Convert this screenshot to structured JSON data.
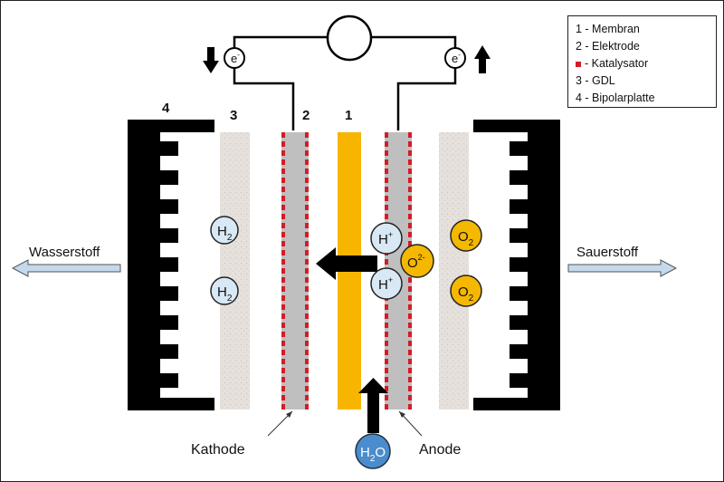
{
  "legend": {
    "item1": "1 - Membran",
    "item2": "2 - Elektrode",
    "item3_text": "- Katalysator",
    "item4": "3 - GDL",
    "item5": "4 - Bipolarplatte"
  },
  "layer_numbers": {
    "bipolar": "4",
    "gdl": "3",
    "electrode": "2",
    "membrane": "1"
  },
  "electron": {
    "base": "e",
    "sup": "-"
  },
  "left_species": [
    {
      "base": "H",
      "sub": "2"
    },
    {
      "base": "H",
      "sub": "2"
    }
  ],
  "proton": {
    "base": "H",
    "sup": "+"
  },
  "oxide": {
    "base": "O",
    "sup": "2-"
  },
  "right_species": [
    {
      "base": "O",
      "sub": "2"
    },
    {
      "base": "O",
      "sub": "2"
    }
  ],
  "water": {
    "base": "H",
    "sub": "2",
    "tail": "O"
  },
  "labels": {
    "left_output": "Wasserstoff",
    "right_output": "Sauerstoff",
    "cathode": "Kathode",
    "anode": "Anode"
  },
  "colors": {
    "membrane": "#f7b500",
    "catalyst": "#d21d27",
    "gdl": "#e4dfda",
    "electrode": "#bfbfbf",
    "gas_light": "#d8e8f4",
    "gas_oxygen": "#f5b800",
    "water": "#4a8ccc",
    "arrow_light": "#c5d9ec"
  }
}
